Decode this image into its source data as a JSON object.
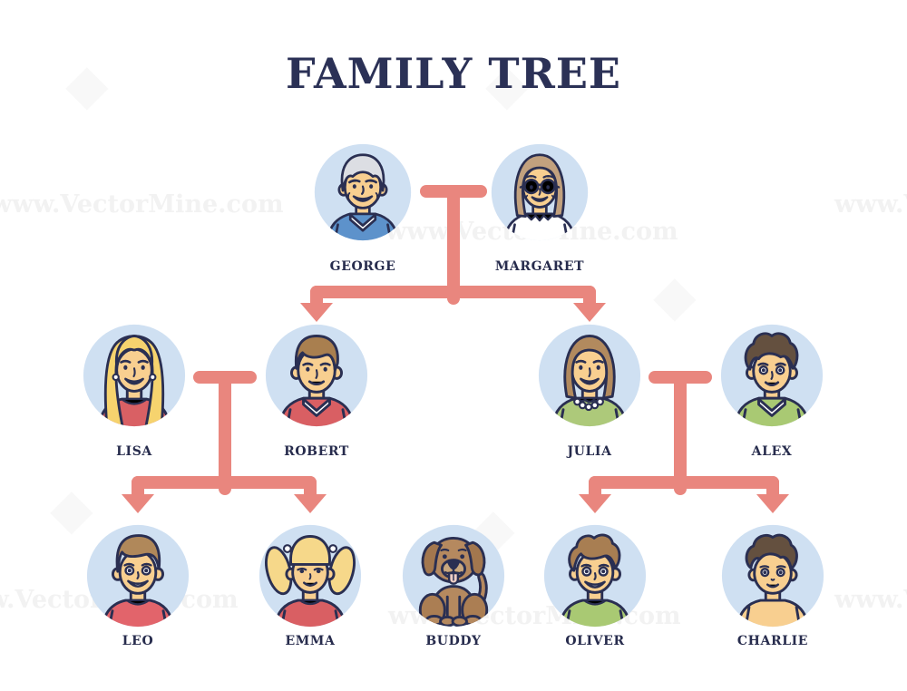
{
  "title": "FAMILY TREE",
  "watermark_text": "www.VectorMine.com",
  "colors": {
    "background": "#ffffff",
    "title_navy": "#2b3156",
    "label_navy": "#272c4d",
    "outline_navy": "#2a2f52",
    "connector_salmon": "#e9867e",
    "circle_blue": "#cfe0f2",
    "skin": "#f8cf90",
    "gray_hair": "#dcdee3",
    "blonde_hair": "#f6d36e",
    "brown_hair": "#a97f4f",
    "dark_hair": "#64503f",
    "blue_sweater": "#5d92cb",
    "red_shirt": "#d95f63",
    "green_shirt": "#a9c973",
    "dog_brown": "#b5895f"
  },
  "people": {
    "george": {
      "label": "GEORGE"
    },
    "margaret": {
      "label": "MARGARET"
    },
    "lisa": {
      "label": "LISA"
    },
    "robert": {
      "label": "ROBERT"
    },
    "julia": {
      "label": "JULIA"
    },
    "alex": {
      "label": "ALEX"
    },
    "leo": {
      "label": "LEO"
    },
    "emma": {
      "label": "EMMA"
    },
    "buddy": {
      "label": "BUDDY"
    },
    "oliver": {
      "label": "OLIVER"
    },
    "charlie": {
      "label": "CHARLIE"
    }
  },
  "structure": {
    "type": "family-tree",
    "generations": [
      [
        "GEORGE",
        "MARGARET"
      ],
      [
        "LISA",
        "ROBERT",
        "JULIA",
        "ALEX"
      ],
      [
        "LEO",
        "EMMA",
        "BUDDY",
        "OLIVER",
        "CHARLIE"
      ]
    ],
    "marriages": [
      {
        "between": [
          "GEORGE",
          "MARGARET"
        ],
        "children": [
          "ROBERT",
          "JULIA"
        ]
      },
      {
        "between": [
          "LISA",
          "ROBERT"
        ],
        "children": [
          "LEO",
          "EMMA"
        ]
      },
      {
        "between": [
          "JULIA",
          "ALEX"
        ],
        "children": [
          "OLIVER",
          "CHARLIE"
        ]
      }
    ],
    "pet": "BUDDY"
  }
}
